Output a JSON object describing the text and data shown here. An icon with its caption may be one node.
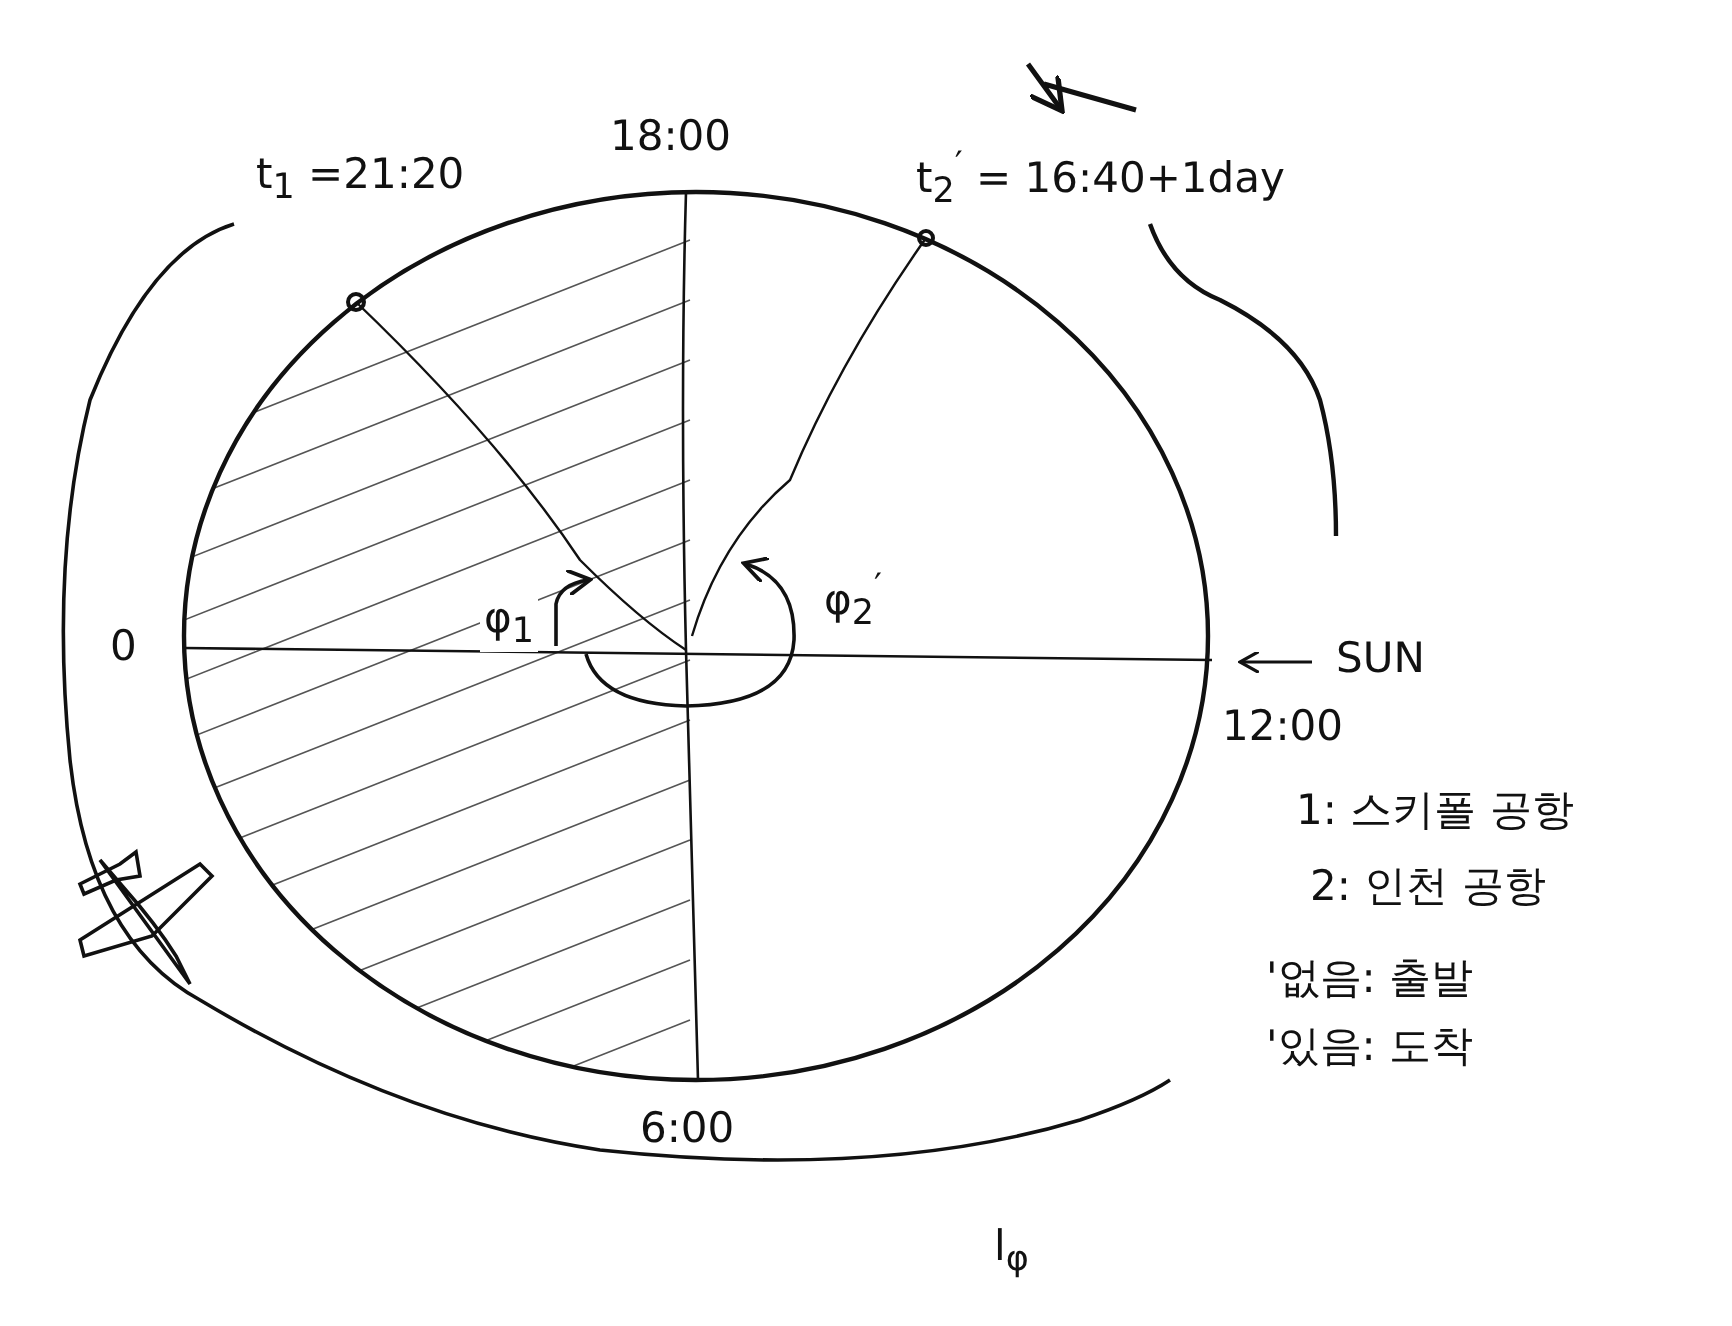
{
  "diagram": {
    "labels": [
      "t$_{1}$ =21:20",
      "18:00",
      "t$_{2}$$^{′}$ = 16:40+1day",
      "0",
      "SUN",
      "12:00",
      "φ$_{1}$",
      "φ$_{2}$$^{′}$",
      "6:00",
      "1: 스키폴 공항",
      "2: 인천 공항",
      "'없음: 출발",
      "'있음: 도착",
      "l$_{φ}$"
    ]
  }
}
